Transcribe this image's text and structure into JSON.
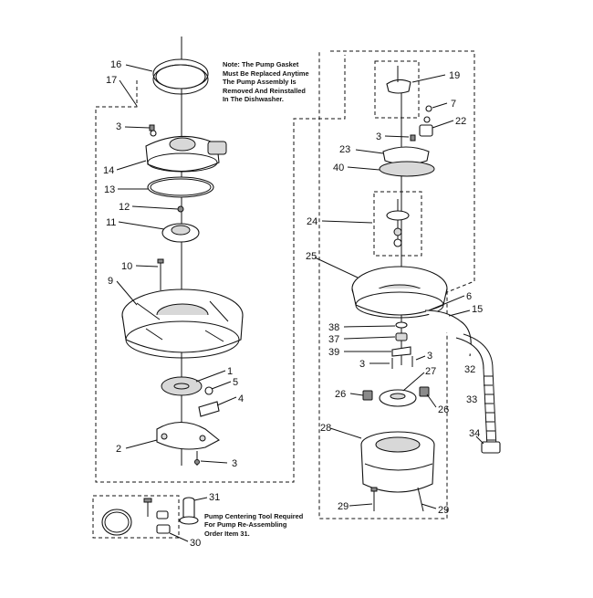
{
  "notes": {
    "gasket": [
      "Note: The Pump Gasket",
      "Must Be Replaced Anytime",
      "The Pump Assembly Is",
      "Removed And Reinstalled",
      "In The Dishwasher."
    ],
    "tool": [
      "Pump Centering Tool Required",
      "For Pump Re-Assembling",
      "Order Item 31."
    ]
  },
  "callouts": [
    {
      "id": "16",
      "label": "16"
    },
    {
      "id": "17",
      "label": "17"
    },
    {
      "id": "3a",
      "label": "3"
    },
    {
      "id": "14",
      "label": "14"
    },
    {
      "id": "13",
      "label": "13"
    },
    {
      "id": "12",
      "label": "12"
    },
    {
      "id": "11",
      "label": "11"
    },
    {
      "id": "10",
      "label": "10"
    },
    {
      "id": "9",
      "label": "9"
    },
    {
      "id": "1",
      "label": "1"
    },
    {
      "id": "5",
      "label": "5"
    },
    {
      "id": "4",
      "label": "4"
    },
    {
      "id": "2",
      "label": "2"
    },
    {
      "id": "3b",
      "label": "3"
    },
    {
      "id": "19",
      "label": "19"
    },
    {
      "id": "7",
      "label": "7"
    },
    {
      "id": "22",
      "label": "22"
    },
    {
      "id": "3c",
      "label": "3"
    },
    {
      "id": "23",
      "label": "23"
    },
    {
      "id": "40",
      "label": "40"
    },
    {
      "id": "24",
      "label": "24"
    },
    {
      "id": "25",
      "label": "25"
    },
    {
      "id": "6",
      "label": "6"
    },
    {
      "id": "15",
      "label": "15"
    },
    {
      "id": "38",
      "label": "38"
    },
    {
      "id": "37",
      "label": "37"
    },
    {
      "id": "39",
      "label": "39"
    },
    {
      "id": "3d",
      "label": "3"
    },
    {
      "id": "3e",
      "label": "3"
    },
    {
      "id": "32",
      "label": "32"
    },
    {
      "id": "27",
      "label": "27"
    },
    {
      "id": "26a",
      "label": "26"
    },
    {
      "id": "26b",
      "label": "26"
    },
    {
      "id": "33",
      "label": "33"
    },
    {
      "id": "28",
      "label": "28"
    },
    {
      "id": "34",
      "label": "34"
    },
    {
      "id": "29a",
      "label": "29"
    },
    {
      "id": "29b",
      "label": "29"
    },
    {
      "id": "31",
      "label": "31"
    },
    {
      "id": "30",
      "label": "30"
    }
  ]
}
